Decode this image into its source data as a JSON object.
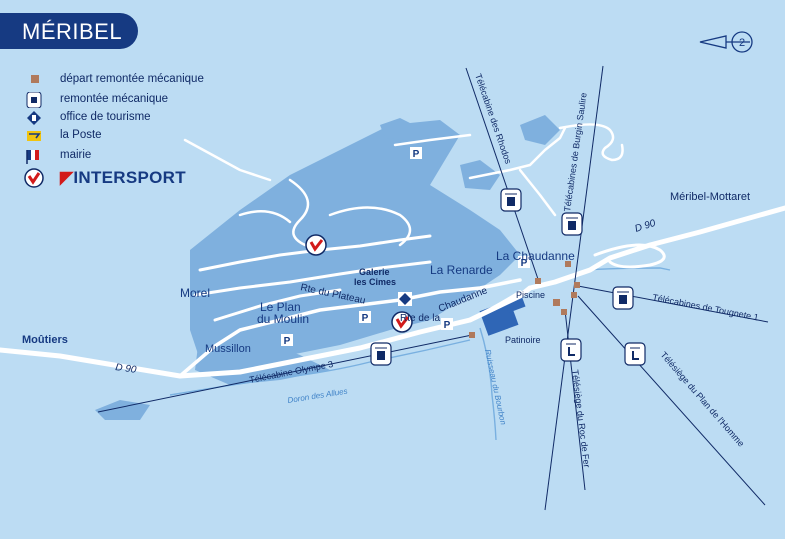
{
  "title": "MÉRIBEL",
  "legend": {
    "depart": "départ remontée mécanique",
    "remontee": "remontée mécanique",
    "office": "office de tourisme",
    "poste": "la Poste",
    "mairie": "mairie",
    "brand": "INTERSPORT"
  },
  "places": {
    "moutiers": "Moûtiers",
    "morel": "Morel",
    "le_plan": "Le Plan",
    "du_moulin": "du Moulin",
    "mussillon": "Mussillon",
    "galerie_1": "Galerie",
    "galerie_2": "les Cimes",
    "la_renarde": "La Renarde",
    "la_chaudanne": "La Chaudanne",
    "piscine": "Piscine",
    "patinoire": "Patinoire",
    "meribel_mottaret": "Méribel-Mottaret"
  },
  "roads": {
    "d90_left": "D 90",
    "d90_right": "D 90",
    "rte_plateau": "Rte du Plateau",
    "rte_de_la": "Rte de la",
    "chaudanne": "Chaudanne"
  },
  "lifts": {
    "olympe": "Télécabine Olympe 3",
    "rhodos": "Télécabine des Rhodos",
    "burgin": "Télécabines de Burgin Saulire",
    "tougnete": "Télécabines de Tougnete 1",
    "roc_de_fer": "Télésiège du Roc de Fer",
    "plan_homme": "Télésiège du Plan de l'Homme"
  },
  "water": {
    "doron": "Doron des Allues",
    "ruisseau": "Ruisseau du Bourbon"
  },
  "parking_letter": "P",
  "compass_number": "2",
  "colors": {
    "background": "#bcdcf3",
    "built_area": "#7fb0de",
    "road": "#ffffff",
    "ink": "#102a66",
    "title_bg": "#163a82",
    "depart_marker": "#b07a5c",
    "intersport_red": "#d21a1a"
  }
}
